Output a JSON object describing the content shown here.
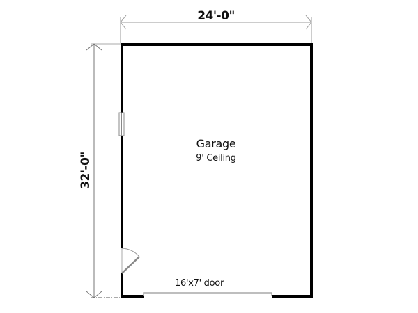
{
  "plan": {
    "dimensions": {
      "width_label": "24'-0\"",
      "depth_label": "32'-0\""
    },
    "room": {
      "name": "Garage",
      "ceiling": "9' Ceiling"
    },
    "garage_door": {
      "label": "16'x7' door"
    },
    "colors": {
      "wall": "#000000",
      "dimension_line": "#9a9a9a",
      "opening": "#a8a8a8",
      "text": "#111111",
      "background": "#ffffff"
    }
  }
}
